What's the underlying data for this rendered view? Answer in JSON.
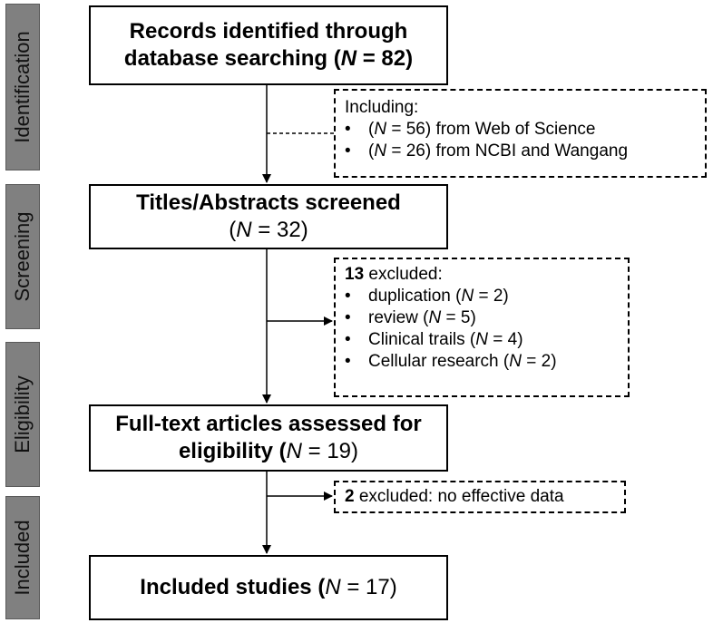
{
  "stages": {
    "identification": "Identification",
    "screening": "Screening",
    "eligibility": "Eligibility",
    "included": "Included"
  },
  "boxes": {
    "records": {
      "line1": "Records identified through",
      "line2_prefix": "database searching (",
      "n_symbol": "N",
      "line2_suffix": " = 82)"
    },
    "titles": {
      "line1": "Titles/Abstracts screened",
      "line2_prefix": "(",
      "n_symbol": "N",
      "line2_suffix": " = 32)"
    },
    "fulltext": {
      "line1": "Full-text articles assessed for",
      "line2_prefix": "eligibility (",
      "n_symbol": "N",
      "line2_suffix": " = 19)"
    },
    "included": {
      "line_prefix": "Included studies (",
      "n_symbol": "N",
      "line_suffix": " = 17)"
    }
  },
  "side_boxes": {
    "including": {
      "header": "Including:",
      "bullet": "•",
      "items": [
        {
          "prefix": "(",
          "n": "N",
          "suffix": " = 56) from Web of Science"
        },
        {
          "prefix": "(",
          "n": "N",
          "suffix": " = 26) from NCBI and Wangang"
        }
      ]
    },
    "excluded": {
      "count": "13",
      "header_suffix": " excluded:",
      "bullet": "•",
      "items": [
        {
          "prefix": "duplication  (",
          "n": "N",
          "suffix": " = 2)"
        },
        {
          "prefix": "review (",
          "n": "N",
          "suffix": " = 5)"
        },
        {
          "prefix": "Clinical trails (",
          "n": "N",
          "suffix": " = 4)"
        },
        {
          "prefix": "Cellular research (",
          "n": "N",
          "suffix": " = 2)"
        }
      ]
    },
    "no_effective": {
      "count": "2",
      "text": " excluded:  no effective data"
    }
  }
}
